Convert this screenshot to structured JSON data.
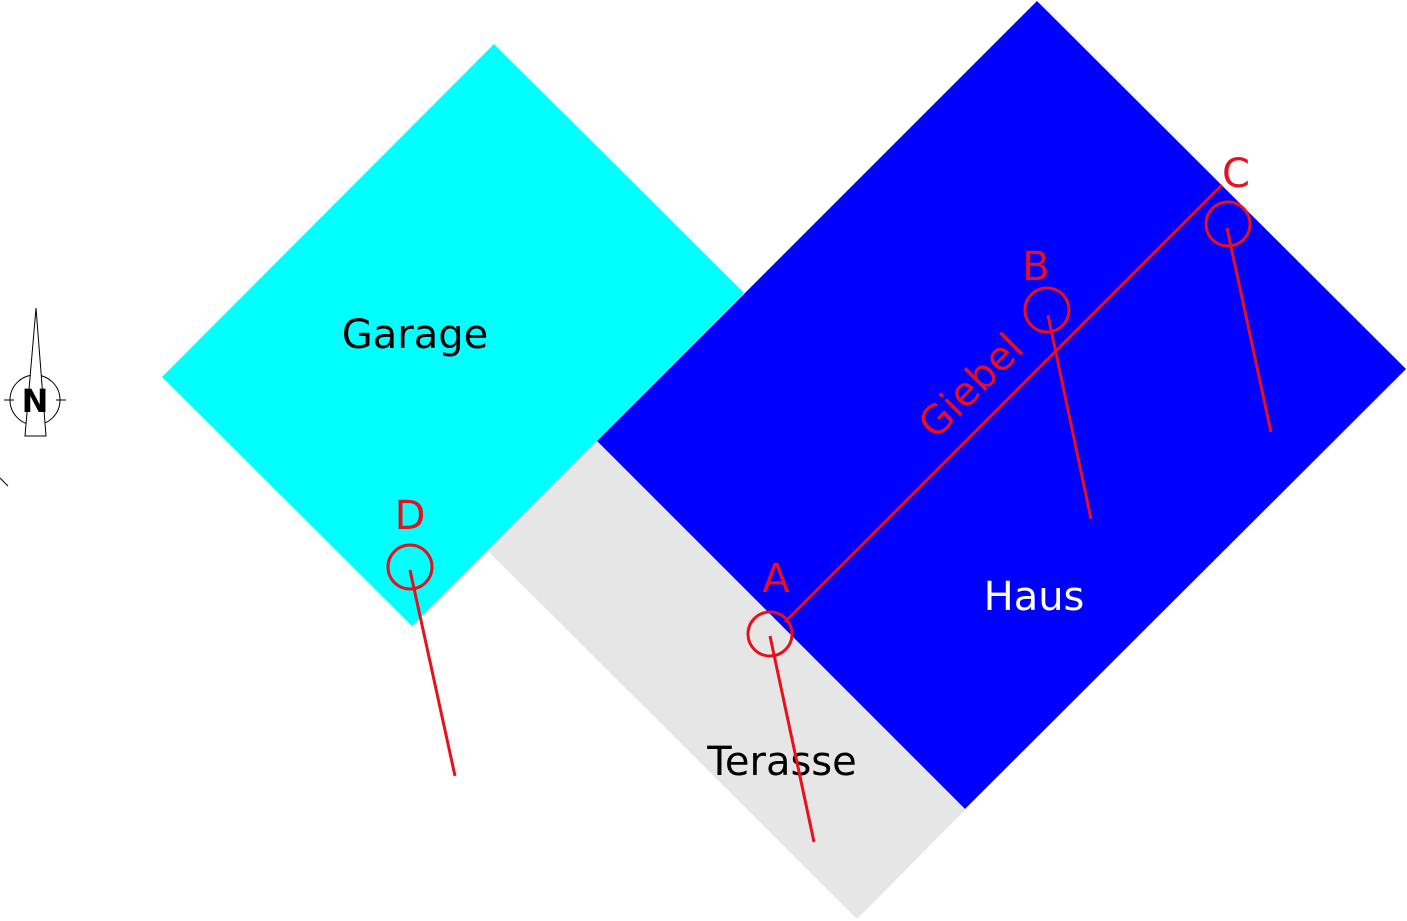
{
  "areas": {
    "garage": {
      "label": "Garage",
      "color": "#00ffff"
    },
    "haus": {
      "label": "Haus",
      "color": "#0000ff"
    },
    "terrasse": {
      "label": "Terasse",
      "color": "#e6e6e6"
    }
  },
  "ridge": {
    "label": "Giebel",
    "color": "#e8101c"
  },
  "points": [
    {
      "label": "A"
    },
    {
      "label": "B"
    },
    {
      "label": "C"
    },
    {
      "label": "D"
    }
  ],
  "compass": {
    "label": "N"
  }
}
